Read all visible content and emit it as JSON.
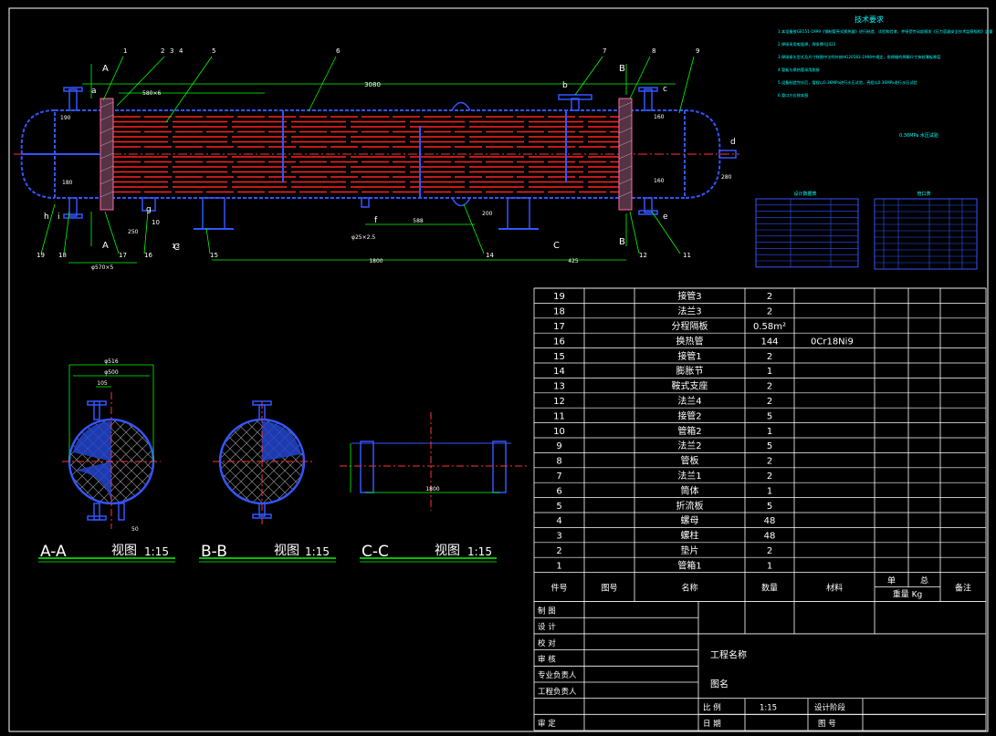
{
  "drawing": {
    "tech_title": "技术要求",
    "tech_lines": [
      "1.本设备按GB151-1999《钢制管壳式换热器》进行制造、试验和验收，并接受劳动部颁发《压力容器安全技术监察规程》监督",
      "2.焊接采用电弧焊，焊条牌号J422",
      "3.焊接接头型式及尺寸除图中注明外按HG20583-1998中规定，角焊缝的焊脚尺寸按较薄板厚度",
      "4.管板与换热管采用胀接",
      "5.设备制造完毕后，管程以0.36MPa进行水压试验，壳程以0.36MPa进行水压试验",
      "6.管口方位按本图"
    ],
    "design_title": "设计数据表",
    "nozzle_title": "管口表",
    "pressure_note": "0.36MPa 水压试验",
    "dims": {
      "overall": "3080",
      "left_seg": "580×6",
      "support_span": "1800",
      "right_seg": "425",
      "mid_seg": "588",
      "tube": "φ25×2.5",
      "bottom_left": "φ570×5",
      "d160a": "160",
      "d160b": "160",
      "d180": "180",
      "d190": "190",
      "d250": "250",
      "d280": "280",
      "d200": "200",
      "dia_outer": "φ516",
      "dia_inner": "φ500",
      "d105": "105",
      "d50": "50",
      "d1800b": "1800"
    },
    "part_numbers": [
      "1",
      "2",
      "3",
      "4",
      "5",
      "6",
      "7",
      "8",
      "9",
      "10",
      "11",
      "12",
      "13",
      "14",
      "15",
      "16",
      "17",
      "18",
      "19"
    ],
    "nozzle_letters": [
      "a",
      "b",
      "c",
      "d",
      "e",
      "f",
      "g",
      "h",
      "i"
    ],
    "section_marks": [
      "A",
      "A",
      "B",
      "B",
      "C",
      "C"
    ],
    "views": [
      {
        "name": "A-A",
        "label": "视图",
        "scale": "1:15"
      },
      {
        "name": "B-B",
        "label": "视图",
        "scale": "1:15"
      },
      {
        "name": "C-C",
        "label": "视图",
        "scale": "1:15"
      }
    ]
  },
  "bom": {
    "rows": [
      {
        "no": "19",
        "drawing": "",
        "name": "接管3",
        "qty": "2",
        "material": ""
      },
      {
        "no": "18",
        "drawing": "",
        "name": "法兰3",
        "qty": "2",
        "material": ""
      },
      {
        "no": "17",
        "drawing": "",
        "name": "分程隔板",
        "qty": "0.58m²",
        "material": ""
      },
      {
        "no": "16",
        "drawing": "",
        "name": "换热管",
        "qty": "144",
        "material": "0Cr18Ni9"
      },
      {
        "no": "15",
        "drawing": "",
        "name": "接管1",
        "qty": "2",
        "material": ""
      },
      {
        "no": "14",
        "drawing": "",
        "name": "膨胀节",
        "qty": "1",
        "material": ""
      },
      {
        "no": "13",
        "drawing": "",
        "name": "鞍式支座",
        "qty": "2",
        "material": ""
      },
      {
        "no": "12",
        "drawing": "",
        "name": "法兰4",
        "qty": "2",
        "material": ""
      },
      {
        "no": "11",
        "drawing": "",
        "name": "接管2",
        "qty": "5",
        "material": ""
      },
      {
        "no": "10",
        "drawing": "",
        "name": "管箱2",
        "qty": "1",
        "material": ""
      },
      {
        "no": "9",
        "drawing": "",
        "name": "法兰2",
        "qty": "5",
        "material": ""
      },
      {
        "no": "8",
        "drawing": "",
        "name": "管板",
        "qty": "2",
        "material": ""
      },
      {
        "no": "7",
        "drawing": "",
        "name": "法兰1",
        "qty": "2",
        "material": ""
      },
      {
        "no": "6",
        "drawing": "",
        "name": "筒体",
        "qty": "1",
        "material": ""
      },
      {
        "no": "5",
        "drawing": "",
        "name": "折流板",
        "qty": "5",
        "material": ""
      },
      {
        "no": "4",
        "drawing": "",
        "name": "螺母",
        "qty": "48",
        "material": ""
      },
      {
        "no": "3",
        "drawing": "",
        "name": "螺柱",
        "qty": "48",
        "material": ""
      },
      {
        "no": "2",
        "drawing": "",
        "name": "垫片",
        "qty": "2",
        "material": ""
      },
      {
        "no": "1",
        "drawing": "",
        "name": "管箱1",
        "qty": "1",
        "material": ""
      }
    ],
    "header": {
      "no": "件号",
      "drawing": "图号",
      "name": "名称",
      "qty": "数量",
      "material": "材料",
      "single": "单",
      "total": "总",
      "weight": "重量 Kg",
      "remark": "备注"
    }
  },
  "titleblock": {
    "roles": [
      "制 图",
      "设 计",
      "校 对",
      "审 核",
      "专业负责人",
      "工程负责人"
    ],
    "project_label": "工程名称",
    "drawing_name_label": "图名",
    "scale_label": "比 例",
    "scale_value": "1:15",
    "stage_label": "设计阶段",
    "approve_label": "审 定",
    "date_label": "日 期",
    "number_label": "图 号"
  }
}
